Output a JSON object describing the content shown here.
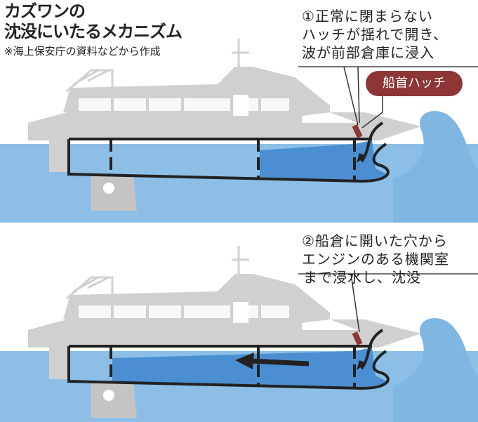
{
  "title": {
    "line1": "カズワンの",
    "line2": "沈没にいたるメカニズム"
  },
  "source_note": "※海上保安庁の資料などから作成",
  "step1": {
    "line1": "①正常に閉まらない",
    "line2": "ハッチが揺れで開き、",
    "line3": "波が前部倉庫に浸入"
  },
  "hatch_label": "船首ハッチ",
  "step2": {
    "line1": "②船倉に開いた穴から",
    "line2": "エンジンのある機関室",
    "line3": "まで浸水し、沈没"
  },
  "colors": {
    "sea": "#8dbfe6",
    "flood": "#4b8fd2",
    "boat": "#cfcfcf",
    "hatch": "#8e3535",
    "wave": "#7fb6e2"
  }
}
